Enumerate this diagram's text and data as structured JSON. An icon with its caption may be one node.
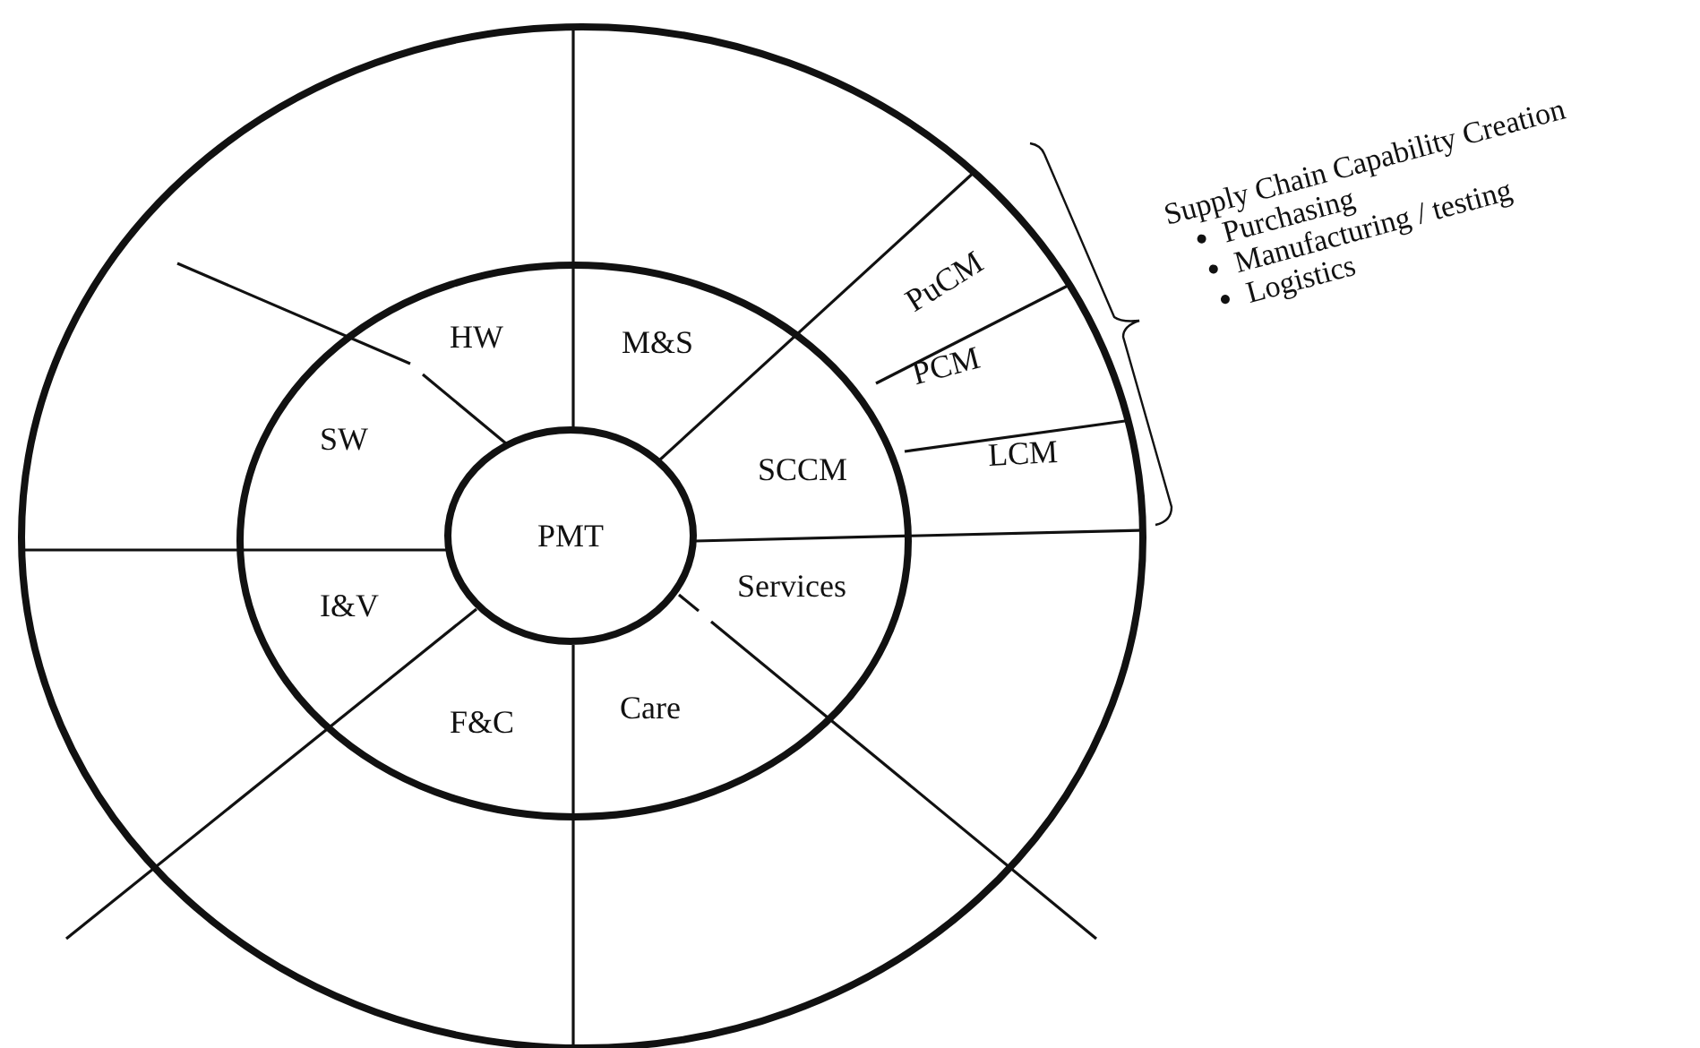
{
  "diagram": {
    "nodes": [
      {
        "text": [],
        "shape": "ellipse"
      },
      {
        "text": [],
        "shape": "ellipse",
        "in": 0
      },
      {
        "text": [
          "PMT"
        ],
        "in": 1
      },
      {
        "text": [
          "HW"
        ],
        "in": 1
      },
      {
        "text": [
          "M&S"
        ],
        "in": 1
      },
      {
        "text": [
          "SW"
        ],
        "in": 1
      },
      {
        "text": [
          "SCCM"
        ],
        "in": 1
      },
      {
        "text": [
          "Services"
        ],
        "in": 1
      },
      {
        "text": [
          "I&V"
        ],
        "in": 1
      },
      {
        "text": [
          "F&C"
        ],
        "in": 1
      },
      {
        "text": [
          "Care"
        ],
        "in": 1
      },
      {
        "text": [
          "PuCM"
        ],
        "in": 0
      },
      {
        "text": [
          "PCM"
        ],
        "in": 0
      },
      {
        "text": [
          "LCM"
        ],
        "in": 0
      }
    ],
    "labels": [
      "Supply Chain Capability Creation",
      "Purchasing",
      "Manufacturing / testing",
      "Logistics"
    ]
  }
}
